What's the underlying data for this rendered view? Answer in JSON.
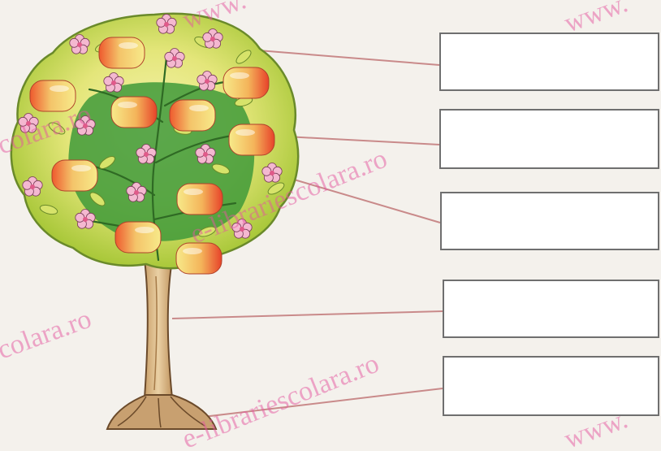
{
  "watermark": {
    "text_full": "www.e-librariescolara.ro",
    "text_tail": "colara.ro",
    "text_www": "www.",
    "text_librarie": "e-librariescolara.ro",
    "color": "#e4559f"
  },
  "colors": {
    "canopy_light": "#f2ef9a",
    "canopy_dark": "#b7cf3a",
    "foliage": "#3f9a3a",
    "trunk": "#d9b483",
    "trunk_outline": "#6b4a2a",
    "apple_red": "#e84a2a",
    "apple_yellow": "#f6e27a",
    "blossom": "#f2a9c8",
    "leader_line": "#c98a8a",
    "box_border": "#6f6f6f"
  },
  "diagram": {
    "subject": "apple tree",
    "parts_count": 5,
    "answer_boxes": [
      "",
      "",
      "",
      "",
      ""
    ]
  }
}
